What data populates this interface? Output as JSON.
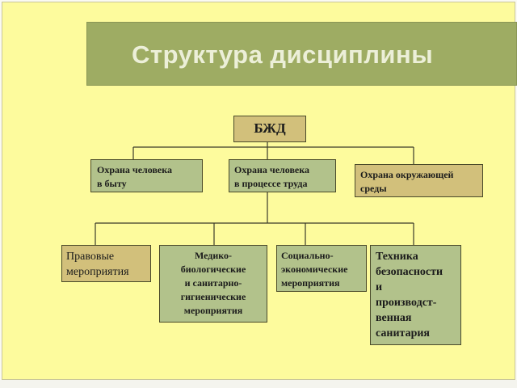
{
  "title": "Структура дисциплины",
  "diagram": {
    "root": "БЖД",
    "level1": [
      "Охрана человека\n     в быту",
      "Охрана человека\nв процессе труда",
      "Охрана окружающей\nсреды"
    ],
    "level2": [
      "Правовые\nмероприятия",
      "Медико-\nбиологические\nи санитарно-\nгигиенические\nмероприятия",
      "Социально-\nэкономические\nмероприятия",
      "Техника\nбезопасности\nи\nпроизводст-\nвенная\nсанитария"
    ]
  },
  "colors": {
    "background": "#fdfb9d",
    "title_box": "#9eac63",
    "title_text": "#ecefd8",
    "node_olive": "#d2c07b",
    "node_green": "#b2c28b",
    "connector": "#3b3b2a"
  }
}
